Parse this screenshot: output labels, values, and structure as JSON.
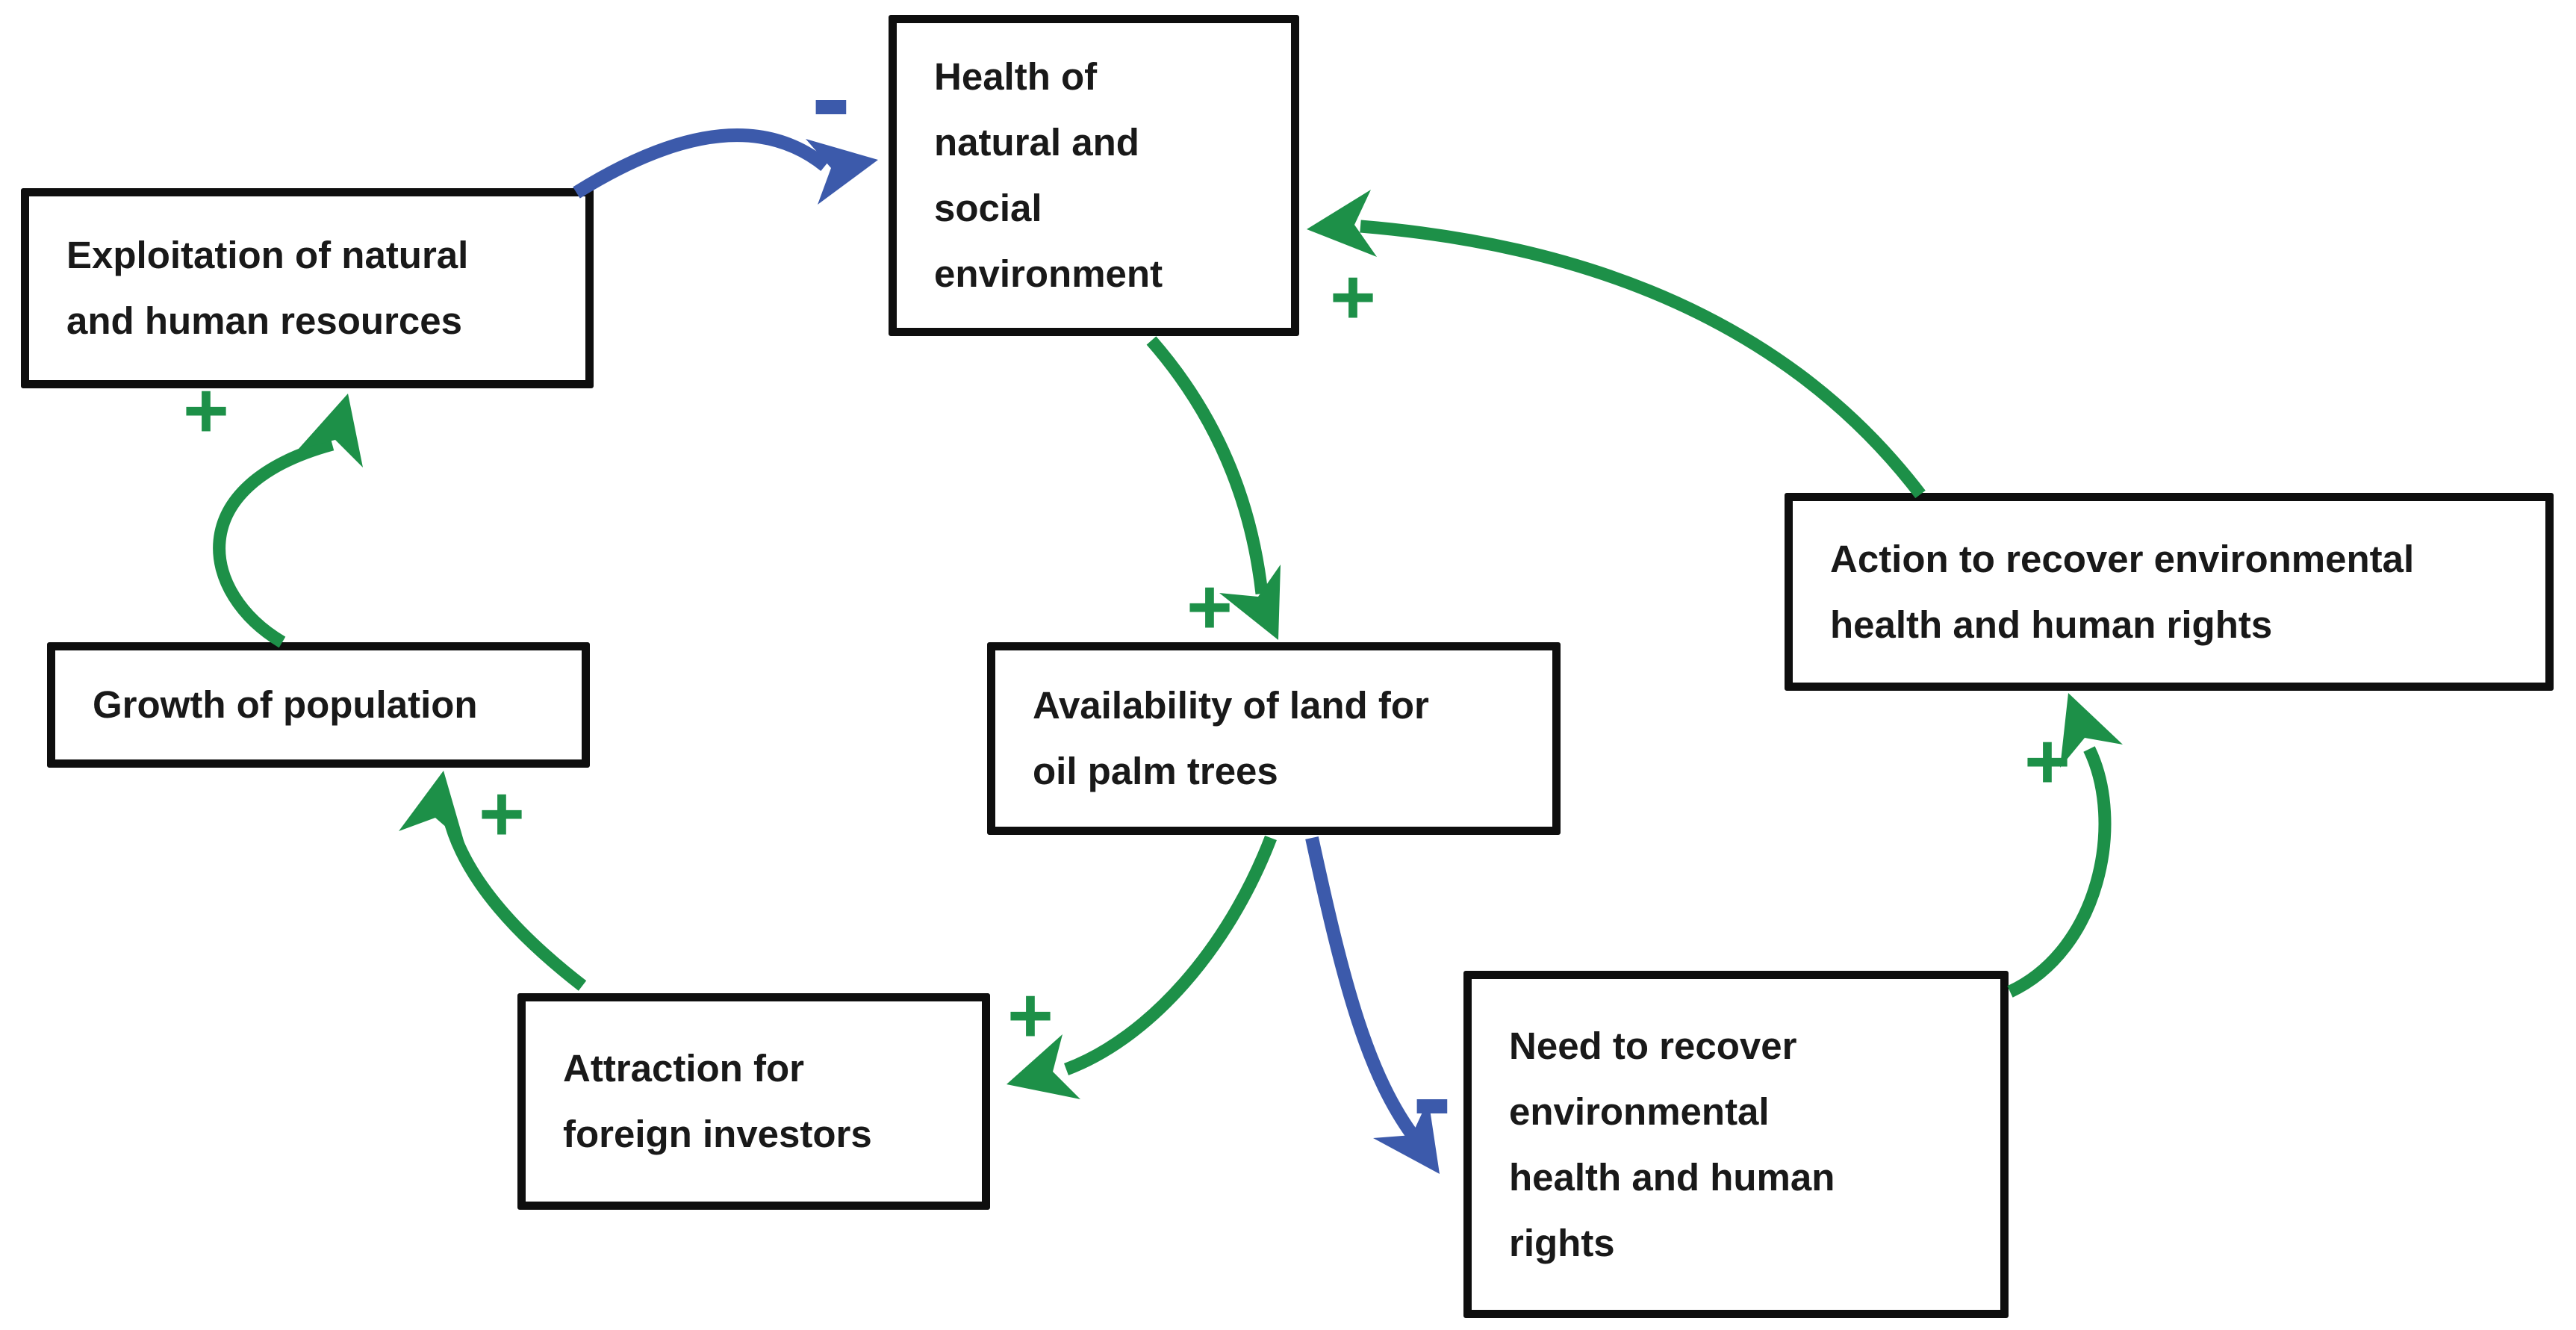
{
  "diagram": {
    "background": "#ffffff",
    "colors": {
      "positive_link": "#1d9048",
      "negative_link": "#3c5aab",
      "box_border": "#0e0e0e",
      "text": "#191919"
    },
    "nodes": [
      {
        "id": "exploitation",
        "label": "Exploitation of natural and human resources",
        "lines": [
          "Exploitation of natural",
          "and human resources"
        ]
      },
      {
        "id": "health",
        "label": "Health of natural and social environment",
        "lines": [
          "Health of",
          "natural and",
          "social",
          "environment"
        ]
      },
      {
        "id": "growth",
        "label": "Growth of population",
        "lines": [
          "Growth of population"
        ]
      },
      {
        "id": "availability",
        "label": "Availability of land for oil palm trees",
        "lines": [
          "Availability of land for",
          "oil palm trees"
        ]
      },
      {
        "id": "action",
        "label": "Action to recover environmental health and human rights",
        "lines": [
          "Action to recover environmental",
          "health and human rights"
        ]
      },
      {
        "id": "attraction",
        "label": "Attraction for foreign investors",
        "lines": [
          "Attraction for",
          "foreign investors"
        ]
      },
      {
        "id": "need",
        "label": "Need to recover environmental health and human rights",
        "lines": [
          "Need to recover",
          "environmental",
          "health and human",
          "rights"
        ]
      }
    ],
    "edges": [
      {
        "from": "exploitation",
        "to": "health",
        "sign": "-",
        "color": "#3c5aab"
      },
      {
        "from": "health",
        "to": "availability",
        "sign": "+",
        "color": "#1d9048"
      },
      {
        "from": "availability",
        "to": "attraction",
        "sign": "+",
        "color": "#1d9048"
      },
      {
        "from": "attraction",
        "to": "growth",
        "sign": "+",
        "color": "#1d9048"
      },
      {
        "from": "growth",
        "to": "exploitation",
        "sign": "+",
        "color": "#1d9048"
      },
      {
        "from": "availability",
        "to": "need",
        "sign": "-",
        "color": "#3c5aab"
      },
      {
        "from": "need",
        "to": "action",
        "sign": "+",
        "color": "#1d9048"
      },
      {
        "from": "action",
        "to": "health",
        "sign": "+",
        "color": "#1d9048"
      }
    ]
  }
}
